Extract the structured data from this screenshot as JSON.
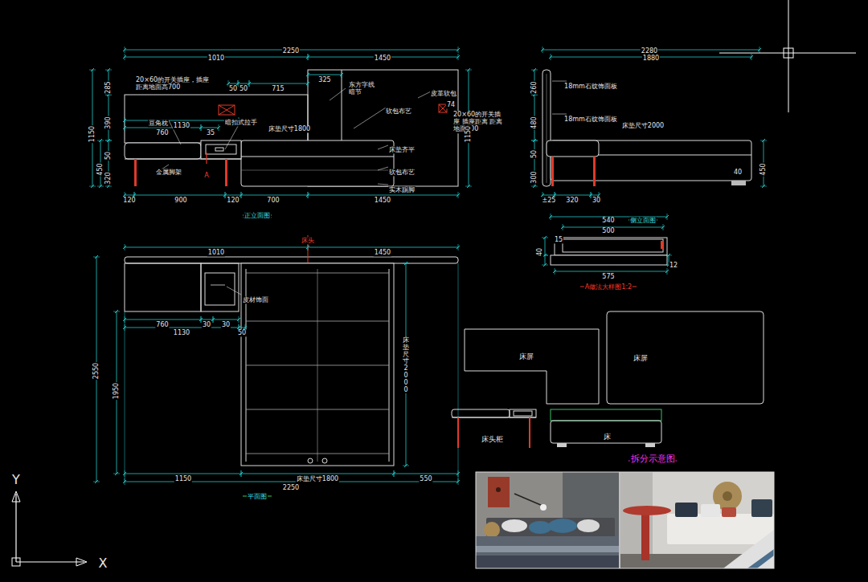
{
  "diagram": {
    "nodes": [
      {
        "text": [
          "床屏"
        ]
      },
      {
        "text": [
          "床屏"
        ]
      },
      {
        "text": [
          "床头柜"
        ]
      },
      {
        "text": [
          "床"
        ]
      }
    ],
    "labels": [
      "2250",
      "1010",
      "1450",
      "20×60的开关插座，插座 距离地面高700",
      "50",
      "50",
      "715",
      "325",
      "东方字线 暗节",
      "皮革软包",
      "豆角枕",
      "暗扣式拉手",
      "软包布艺",
      "74",
      "20×60的开关插座 插座距离 距离地面700",
      "床垫尺寸1800",
      "760",
      "1130",
      "35",
      "床垫齐平",
      "金属脚架",
      "A",
      "软包布艺",
      "实木踢脚",
      "120",
      "900",
      "120",
      "700",
      "1450",
      "1150",
      "285",
      "390",
      "50",
      "320",
      "450",
      "1150",
      "正立面图",
      "2280",
      "1880",
      "18mm石纹饰面板",
      "18mm石纹饰面板",
      "床垫尺寸2000",
      "260",
      "480",
      "50",
      "300",
      "40",
      "450",
      "±25",
      "320",
      "30",
      "侧立面图",
      "1010",
      "1450",
      "床头",
      "皮材饰面",
      "760",
      "30",
      "30",
      "1130",
      "50",
      "2550",
      "1950",
      "床垫尺寸2000",
      "1150",
      "床垫尺寸1800",
      "550",
      "2250",
      "平面图",
      "540",
      "500",
      "15",
      "40",
      "575",
      "12",
      "A做法大样图1:2",
      "拆分示意图",
      "Y",
      "X"
    ]
  }
}
